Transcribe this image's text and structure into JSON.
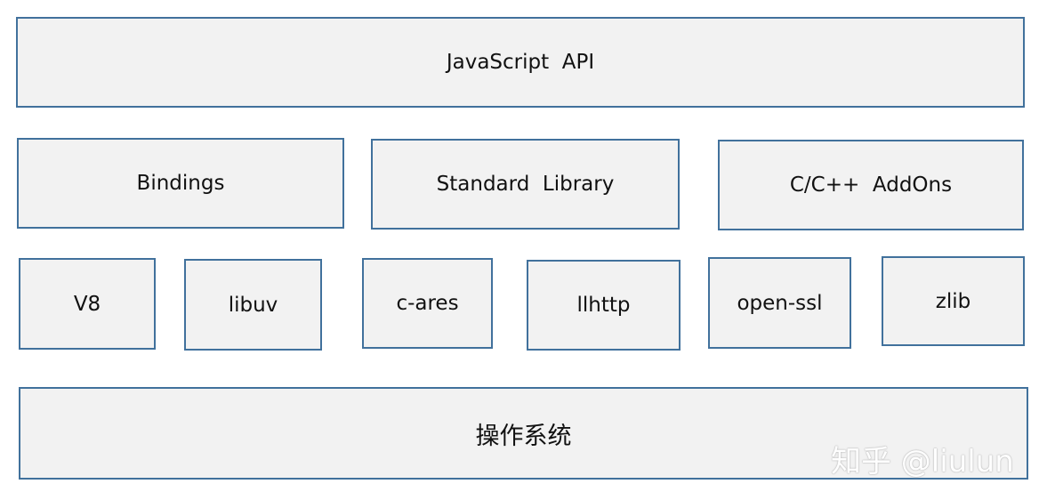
{
  "layers": {
    "api": "JavaScript  API",
    "middle": [
      "Bindings",
      "Standard  Library",
      "C/C++  AddOns"
    ],
    "deps": [
      "V8",
      "libuv",
      "c-ares",
      "llhttp",
      "open-ssl",
      "zlib"
    ],
    "os": "操作系统"
  },
  "watermark": "知乎 @liulun",
  "colors": {
    "box_fill": "#f2f2f2",
    "box_border": "#41719c"
  }
}
